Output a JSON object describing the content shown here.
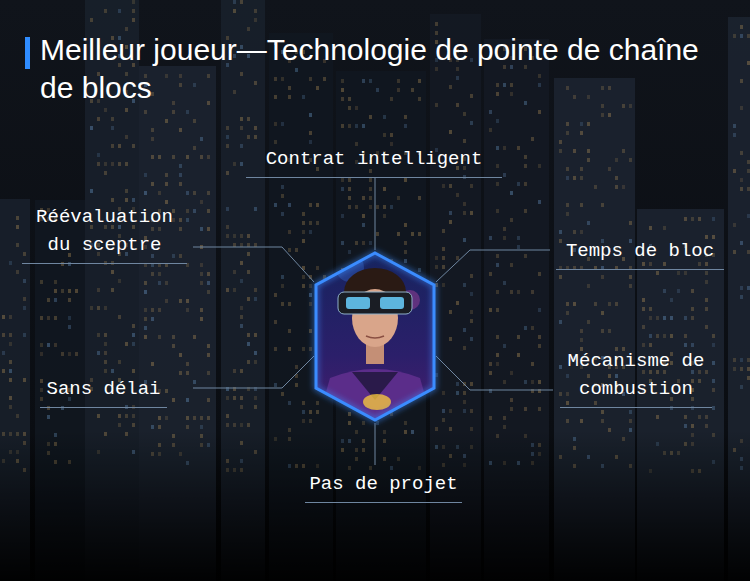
{
  "diagram": {
    "title": "Meilleur joueur—Technologie de pointe de chaîne de blocs",
    "labels": [
      "Contrat intelligent",
      "Réévaluation du sceptre",
      "Temps de bloc",
      "Sans délai",
      "Mécanisme de combustion",
      "Pas de projet"
    ]
  }
}
